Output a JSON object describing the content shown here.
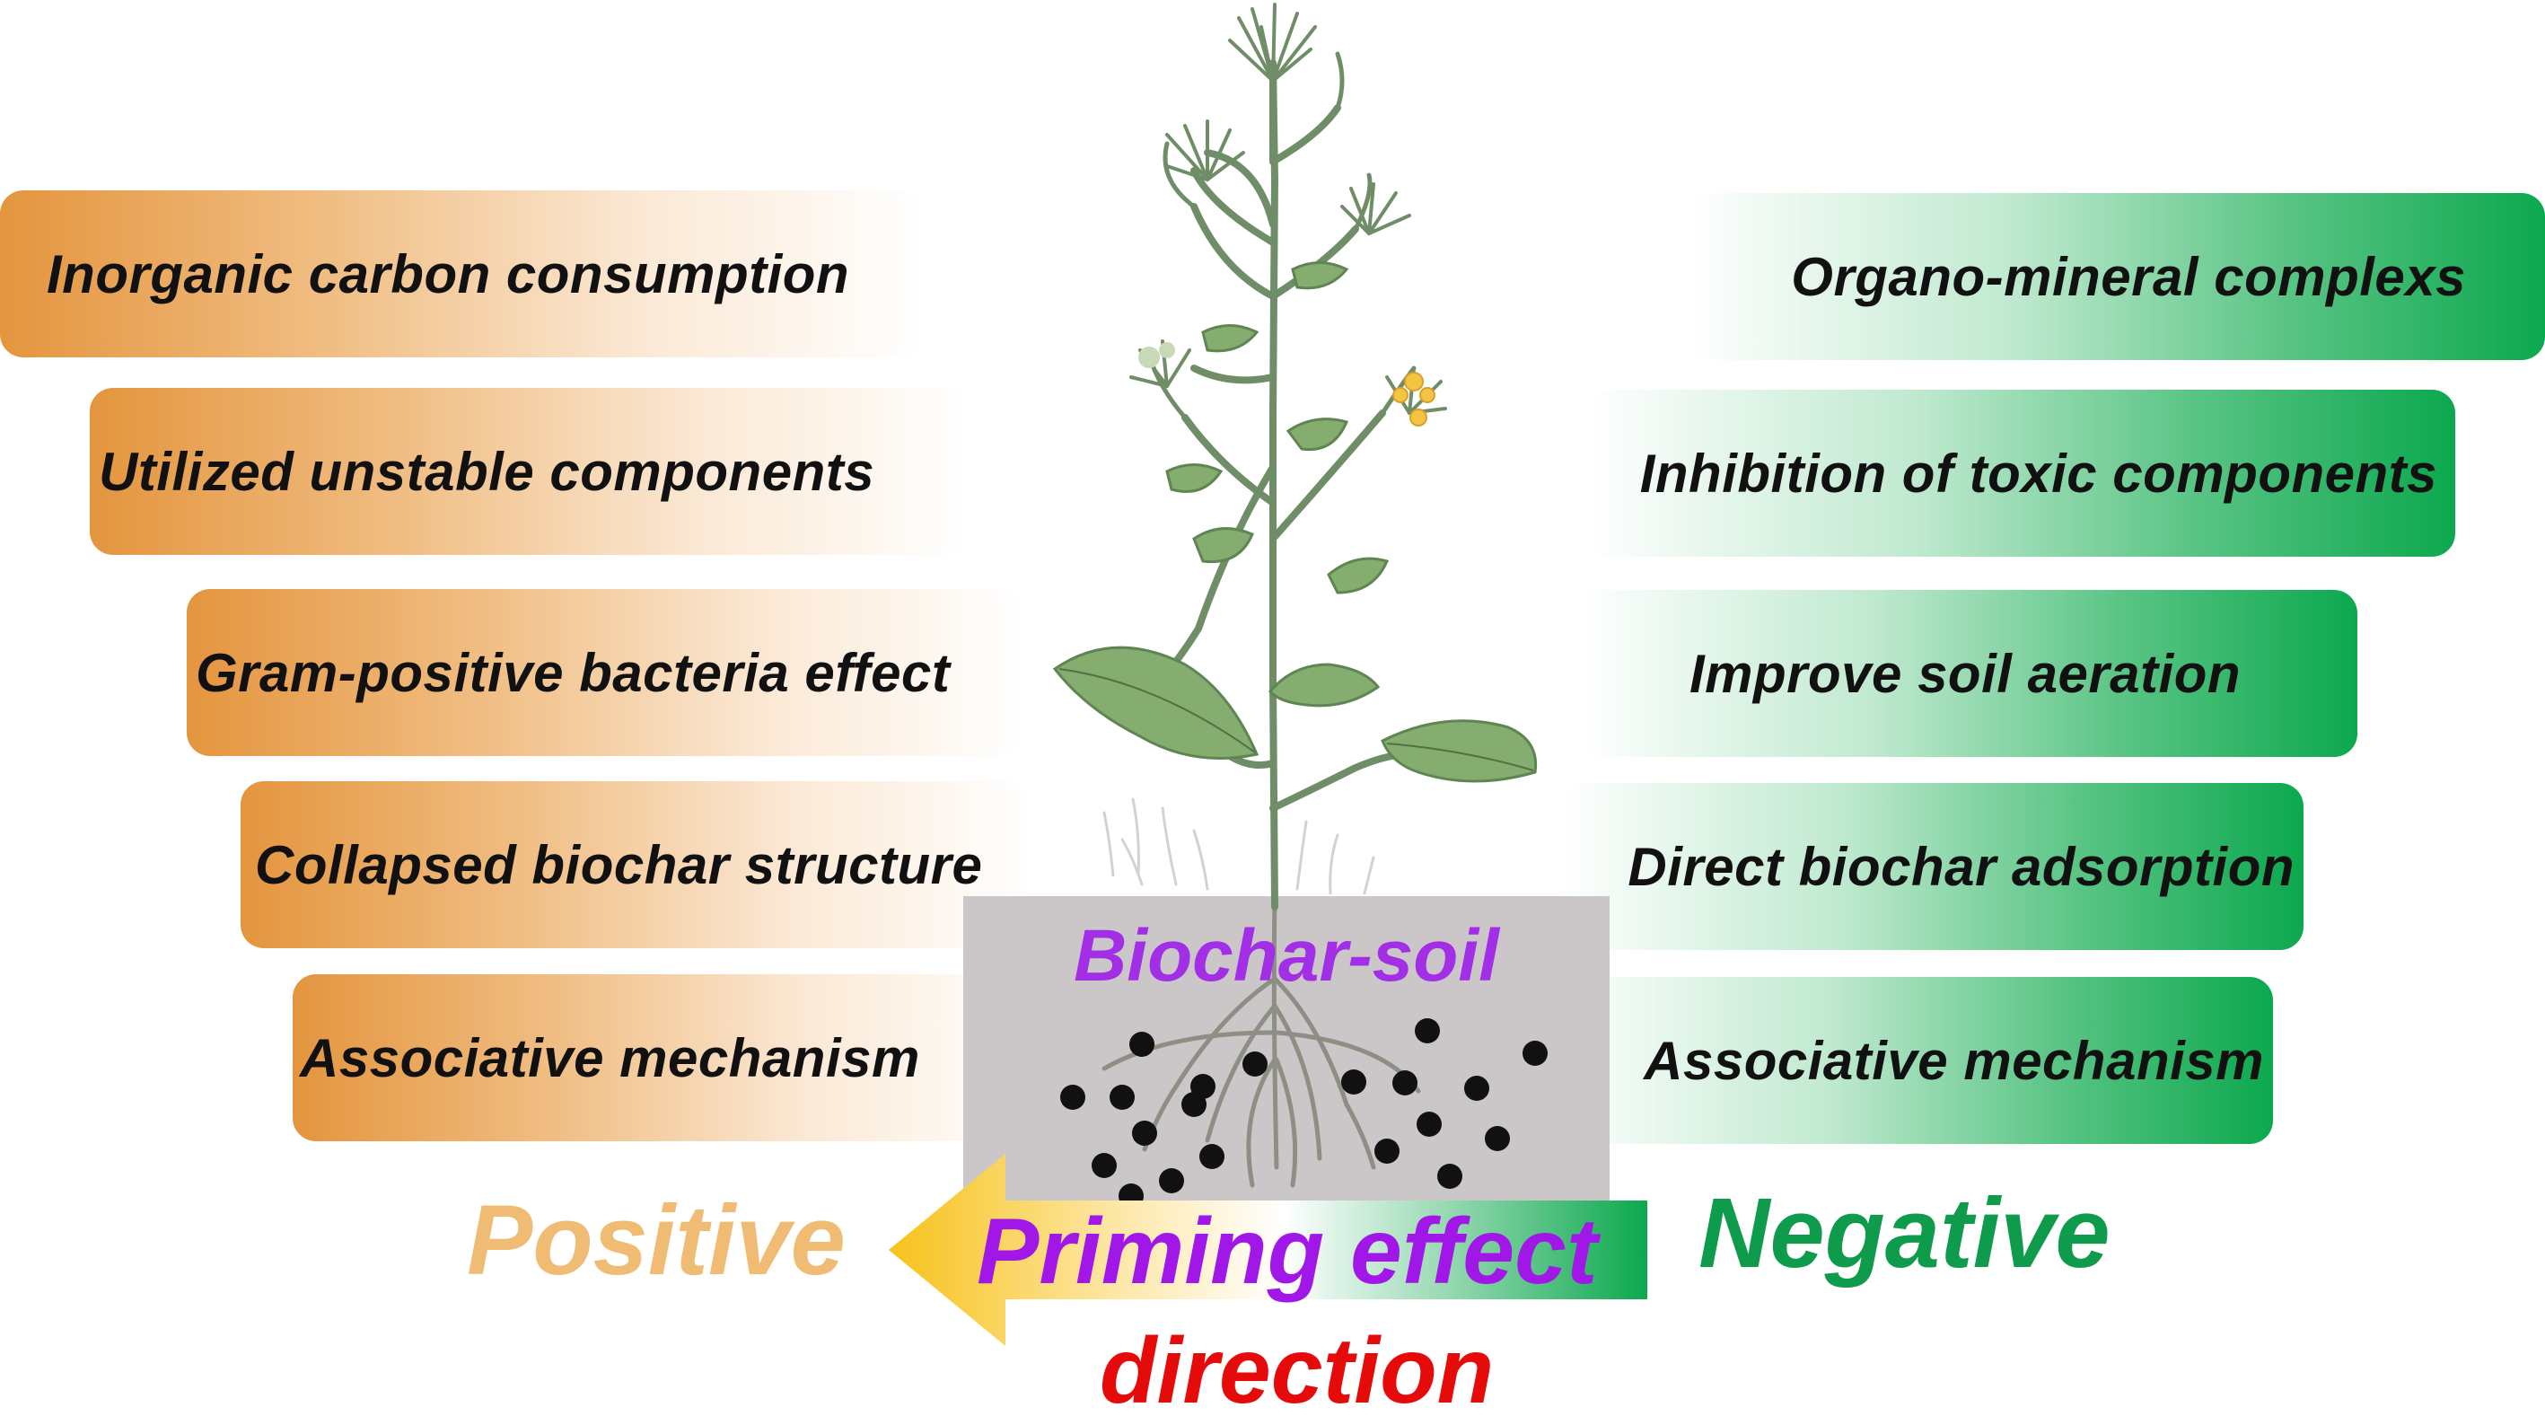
{
  "left_panel": {
    "items": [
      {
        "label": "Inorganic carbon consumption"
      },
      {
        "label": "Utilized unstable components"
      },
      {
        "label": "Gram-positive bacteria effect"
      },
      {
        "label": "Collapsed biochar structure"
      },
      {
        "label": "Associative mechanism"
      }
    ],
    "heading": "Positive",
    "color": "#e4953e"
  },
  "right_panel": {
    "items": [
      {
        "label": "Organo-mineral complexs"
      },
      {
        "label": "Inhibition of toxic components"
      },
      {
        "label": "Improve soil aeration"
      },
      {
        "label": "Direct biochar adsorption"
      },
      {
        "label": "Associative mechanism"
      }
    ],
    "heading": "Negative",
    "color": "#0ca84e"
  },
  "center": {
    "soil_label": "Biochar-soil",
    "arrow_line1": "Priming effect",
    "arrow_line2": "direction",
    "arrow_icon": "left-arrow-icon",
    "plant_icon": "plant-icon",
    "particles_icon": "biochar-particles-icon"
  }
}
